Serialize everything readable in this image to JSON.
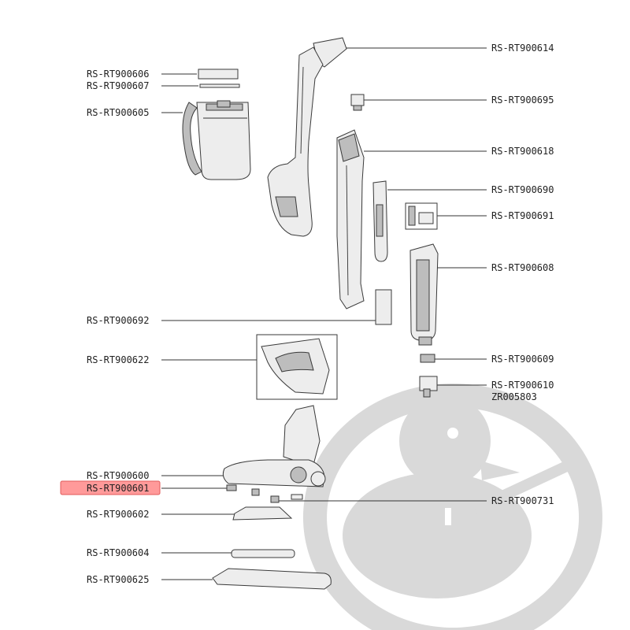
{
  "diagram": {
    "highlight_color": "#ff9a9a",
    "highlighted_part": "RS-RT900601",
    "watermark": "duck-mascot-logo",
    "left_labels": [
      {
        "id": "rs-rt900606",
        "text": "RS-RT900606"
      },
      {
        "id": "rs-rt900607",
        "text": "RS-RT900607"
      },
      {
        "id": "rs-rt900605",
        "text": "RS-RT900605"
      },
      {
        "id": "rs-rt900692",
        "text": "RS-RT900692"
      },
      {
        "id": "rs-rt900622",
        "text": "RS-RT900622"
      },
      {
        "id": "rs-rt900600",
        "text": "RS-RT900600"
      },
      {
        "id": "rs-rt900601",
        "text": "RS-RT900601"
      },
      {
        "id": "rs-rt900602",
        "text": "RS-RT900602"
      },
      {
        "id": "rs-rt900604",
        "text": "RS-RT900604"
      },
      {
        "id": "rs-rt900625",
        "text": "RS-RT900625"
      }
    ],
    "right_labels": [
      {
        "id": "rs-rt900614",
        "text": "RS-RT900614"
      },
      {
        "id": "rs-rt900695",
        "text": "RS-RT900695"
      },
      {
        "id": "rs-rt900618",
        "text": "RS-RT900618"
      },
      {
        "id": "rs-rt900690",
        "text": "RS-RT900690"
      },
      {
        "id": "rs-rt900691",
        "text": "RS-RT900691"
      },
      {
        "id": "rs-rt900608",
        "text": "RS-RT900608"
      },
      {
        "id": "rs-rt900609",
        "text": "RS-RT900609"
      },
      {
        "id": "rs-rt900610",
        "text": "RS-RT900610"
      },
      {
        "id": "zr005803",
        "text": "ZR005803"
      },
      {
        "id": "rs-rt900731",
        "text": "RS-RT900731"
      }
    ]
  }
}
